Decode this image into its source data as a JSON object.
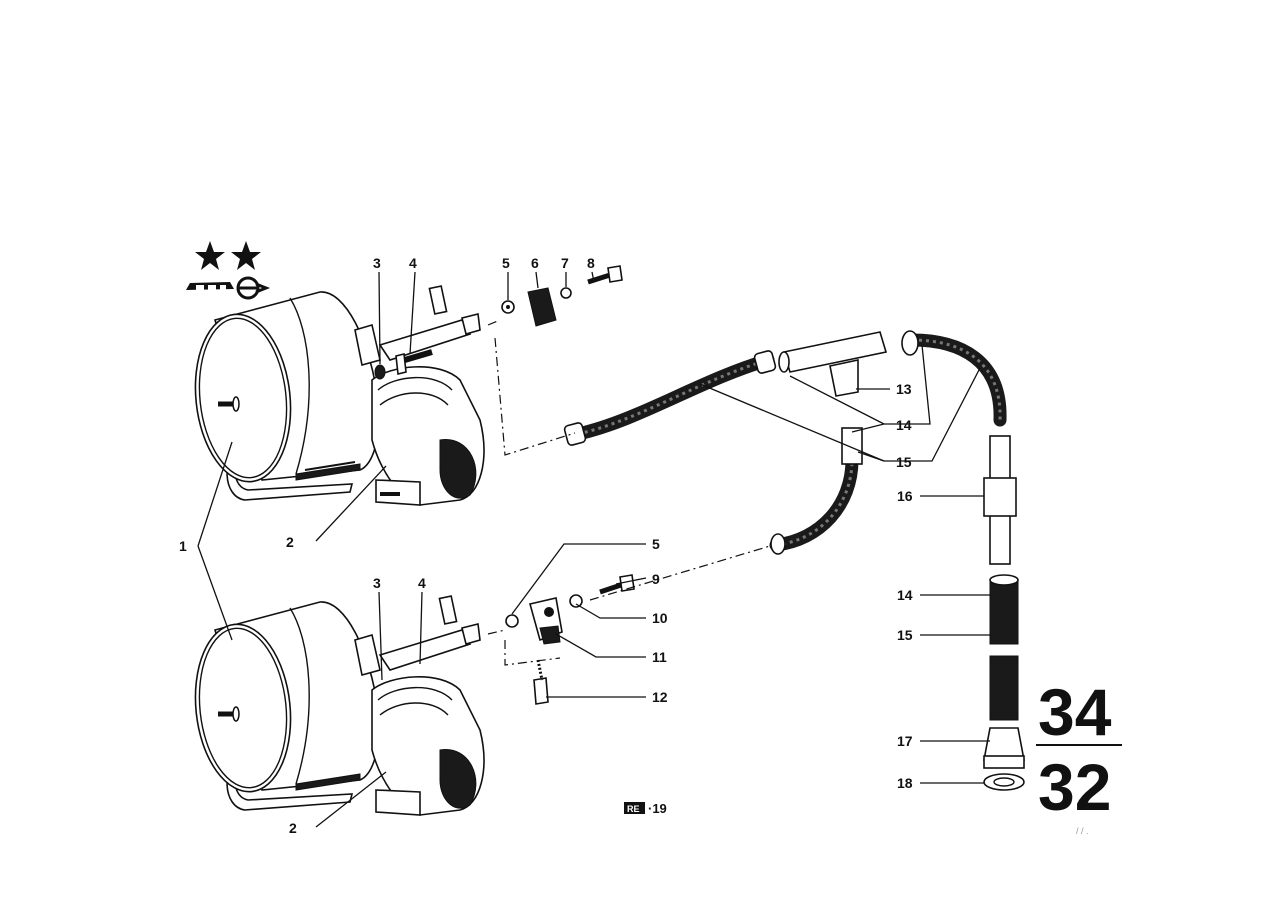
{
  "callouts": {
    "c1": "1",
    "c2_upper": "2",
    "c2_lower": "2",
    "c3_upper": "3",
    "c3_lower": "3",
    "c4_upper": "4",
    "c4_lower": "4",
    "c5_upper": "5",
    "c5_lower": "5",
    "c6": "6",
    "c7": "7",
    "c8": "8",
    "c9": "9",
    "c10": "10",
    "c11": "11",
    "c12": "12",
    "c13": "13",
    "c14_upper": "14",
    "c14_lower": "14",
    "c15_upper": "15",
    "c15_lower": "15",
    "c16": "16",
    "c17": "17",
    "c18": "18"
  },
  "group_number_top": "34",
  "group_number_bottom": "32",
  "ref_code": "·19",
  "ref_badge": "RE",
  "corner_mark": "/ / ."
}
